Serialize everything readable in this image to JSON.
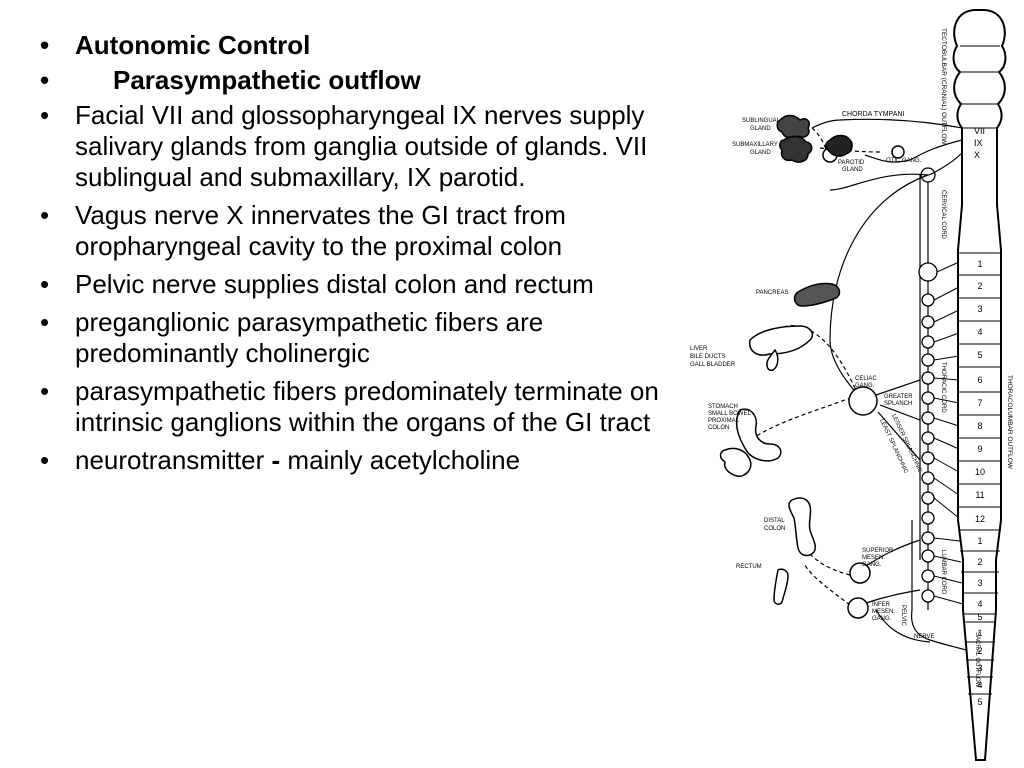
{
  "slide": {
    "bullets": [
      {
        "text": "Autonomic Control"
      },
      {
        "text": "Parasympathetic outflow"
      },
      {
        "text": "Facial VII and glossopharyngeal IX nerves supply salivary glands from ganglia outside of glands. VII sublingual and submaxillary, IX parotid."
      },
      {
        "text": "Vagus nerve X innervates the GI tract from oropharyngeal cavity to the proximal colon"
      },
      {
        "text": "Pelvic nerve supplies distal colon and rectum"
      },
      {
        "text": "preganglionic parasympathetic fibers are predominantly cholinergic"
      },
      {
        "text": "parasympathetic fibers predominately terminate on intrinsic ganglions within the organs of the GI tract"
      },
      {
        "text_before": "neurotransmitter ",
        "dash": "-",
        "text_after": " mainly acetylcholine"
      }
    ]
  },
  "figure": {
    "labels": {
      "tectobulbar": "TECTOBULBAR (CRANIAL) OUTFLOW",
      "chorda_tympani": "CHORDA TYMPANI",
      "sublingual": [
        "SUBLINGUAL",
        "GLAND"
      ],
      "submaxillary": [
        "SUBMAXILLARY",
        "GLAND"
      ],
      "parotid": [
        "PAROTID",
        "GLAND"
      ],
      "otic": "OTIC GANG.",
      "cranial_nerves": [
        "VII",
        "IX",
        "X"
      ],
      "cervical": "CERVICAL CORD",
      "pancreas": "PANCREAS",
      "liver": [
        "LIVER",
        "BILE DUCTS",
        "GALL BLADDER"
      ],
      "stomach": [
        "STOMACH",
        "SMALL BOWEL",
        "PROXIMAL",
        "COLON"
      ],
      "celiac": [
        "CELIAC",
        "GANG."
      ],
      "greater": [
        "GREATER",
        "SPLANCH"
      ],
      "lesser": "LESSER SPLANCHNIC",
      "least": "LEAST SPLANCHNIC",
      "thoracic_cord": "THORACIC CORD",
      "thoracolumbar": "THORACOLUMBAR OUTFLOW",
      "thoracic_nums": [
        "1",
        "2",
        "3",
        "4",
        "5",
        "6",
        "7",
        "8",
        "9",
        "10",
        "11",
        "12"
      ],
      "distal_colon": [
        "DISTAL",
        "COLON"
      ],
      "rectum": "RECTUM",
      "superior": [
        "SUPERIOR",
        "MESEN.",
        "GANG."
      ],
      "inferior": [
        "INFER",
        "MESEN.",
        "GANG."
      ],
      "lumbar_cord": "LUMBAR CORD",
      "lumbar_nums": [
        "1",
        "2",
        "3",
        "4",
        "5"
      ],
      "pelvic": "PELVIC",
      "nerve": "NERVE",
      "sacral_outflow": "SACRAL OUTFLOW",
      "sacral_nums": [
        "1",
        "2",
        "3",
        "4",
        "5"
      ]
    }
  }
}
